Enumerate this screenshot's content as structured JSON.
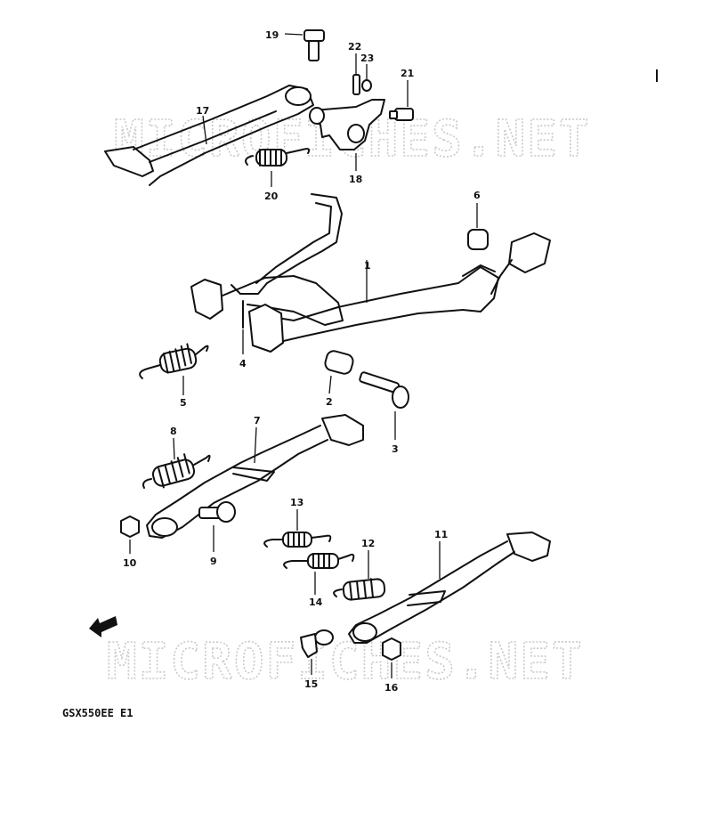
{
  "watermark": "MICROFICHES.NET",
  "model_code": "GSX550EE  E1",
  "labels": {
    "p1": "1",
    "p2": "2",
    "p3": "3",
    "p4": "4",
    "p5": "5",
    "p6": "6",
    "p7": "7",
    "p8": "8",
    "p9": "9",
    "p10": "10",
    "p11": "11",
    "p12": "12",
    "p13": "13",
    "p14": "14",
    "p15": "15",
    "p16": "16",
    "p17": "17",
    "p18": "18",
    "p19": "19",
    "p20": "20",
    "p21": "21",
    "p22": "22",
    "p23": "23"
  },
  "icons": {
    "direction": "front-arrow-icon"
  }
}
